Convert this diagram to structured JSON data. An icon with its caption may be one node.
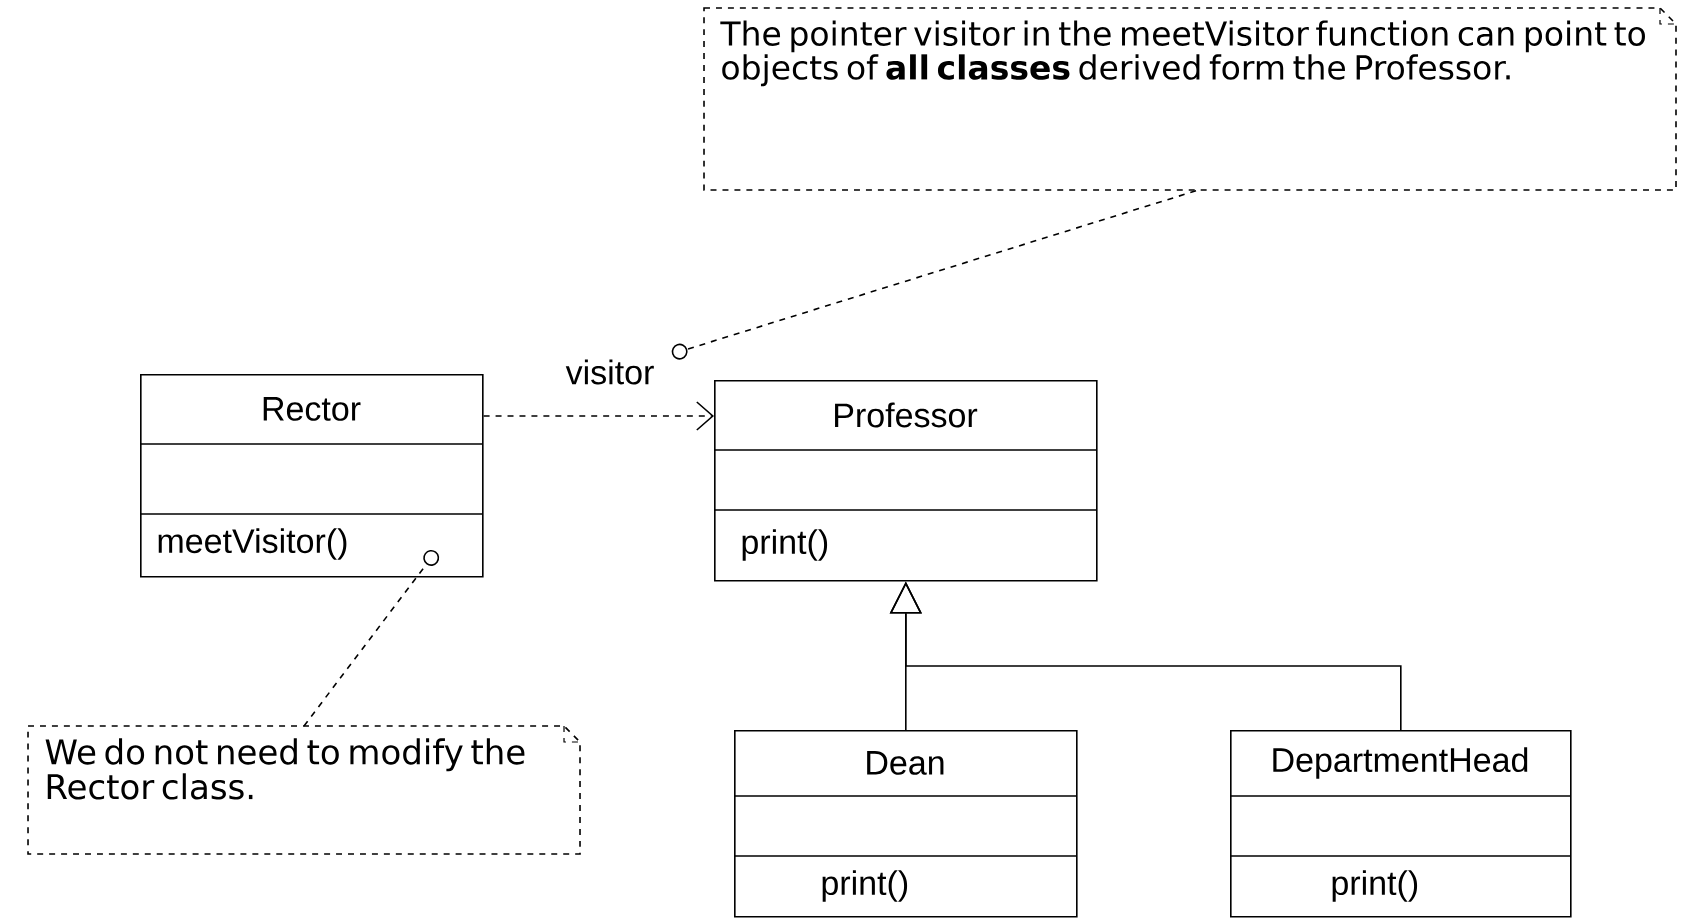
{
  "diagram": {
    "nodes": [
      {
        "text": [
          "The pointer visitor in the meetVisitor function can point to objects of **all classes** derived form the Professor."
        ]
      },
      {
        "text": [
          "Rector",
          "meetVisitor()"
        ]
      },
      {
        "text": [
          "Professor",
          "print()"
        ]
      },
      {
        "text": [
          "Dean",
          "print()"
        ]
      },
      {
        "text": [
          "DepartmentHead",
          "print()"
        ]
      },
      {
        "text": [
          "We do not need to modify the Rector class."
        ]
      }
    ],
    "edges": [
      {
        "from": 1,
        "to": 2,
        "arrow": "to",
        "style": "dashed",
        "label": "visitor"
      },
      {
        "from": 3,
        "to": 2,
        "arrow": "to"
      },
      {
        "from": 4,
        "to": 2,
        "arrow": "to"
      },
      {
        "from": 0,
        "to": null,
        "arrow": "other",
        "style": "dashed"
      },
      {
        "from": 5,
        "to": 1,
        "arrow": "other",
        "style": "dashed"
      }
    ]
  }
}
